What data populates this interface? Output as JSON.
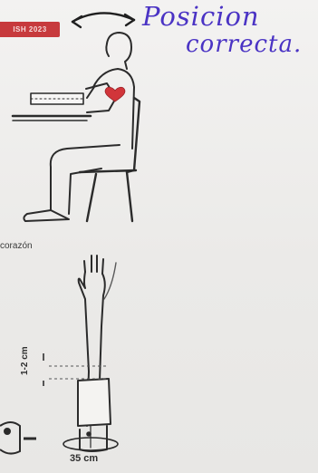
{
  "header": {
    "tag_label": "ISH 2023"
  },
  "annotation": {
    "line1": "Posicion",
    "line2": "correcta."
  },
  "labels": {
    "heart_caption": "corazón",
    "height_caption": "1-2 cm",
    "width_caption": "35 cm"
  },
  "colors": {
    "annotation_ink": "#4a33c4",
    "heart": "#d1353a",
    "tag": "#c73a3d"
  },
  "icons": [
    "curved-double-arrow-icon",
    "heart-icon",
    "seated-person-icon",
    "raised-arm-icon",
    "blood-pressure-cuff-icon"
  ]
}
